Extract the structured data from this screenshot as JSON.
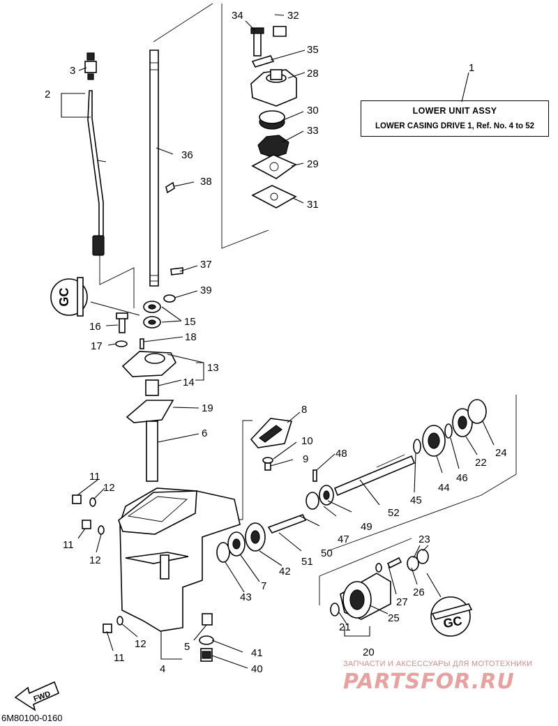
{
  "title_box": {
    "line1": "LOWER UNIT ASSY",
    "line2": "LOWER CASING DRIVE 1, Ref. No. 4 to 52"
  },
  "figure_code": "6M80100-0160",
  "direction_badge": "FWD",
  "sealant_marks": [
    "GC",
    "GC"
  ],
  "watermark": {
    "caption": "ЗАПЧАСТИ И АКСЕССУАРЫ ДЛЯ МОТОТЕХНИКИ",
    "brand": "PARTSFOR.RU"
  },
  "callouts": {
    "n1": "1",
    "n2": "2",
    "n3": "3",
    "n4": "4",
    "n5": "5",
    "n6": "6",
    "n7": "7",
    "n8": "8",
    "n9": "9",
    "n10": "10",
    "n11a": "11",
    "n11b": "11",
    "n11c": "11",
    "n12a": "12",
    "n12b": "12",
    "n12c": "12",
    "n13": "13",
    "n14": "14",
    "n15": "15",
    "n16": "16",
    "n17": "17",
    "n18": "18",
    "n19": "19",
    "n20": "20",
    "n21": "21",
    "n22": "22",
    "n23": "23",
    "n24": "24",
    "n25": "25",
    "n26": "26",
    "n27": "27",
    "n28": "28",
    "n29": "29",
    "n30": "30",
    "n31": "31",
    "n32": "32",
    "n33": "33",
    "n34": "34",
    "n35": "35",
    "n36": "36",
    "n37": "37",
    "n38": "38",
    "n39": "39",
    "n40": "40",
    "n41": "41",
    "n42": "42",
    "n43": "43",
    "n44": "44",
    "n45": "45",
    "n46": "46",
    "n47": "47",
    "n48": "48",
    "n49": "49",
    "n50": "50",
    "n51": "51",
    "n52": "52"
  },
  "colors": {
    "ink": "#000000",
    "paper": "#ffffff",
    "watermark": "#e8a0a0"
  }
}
